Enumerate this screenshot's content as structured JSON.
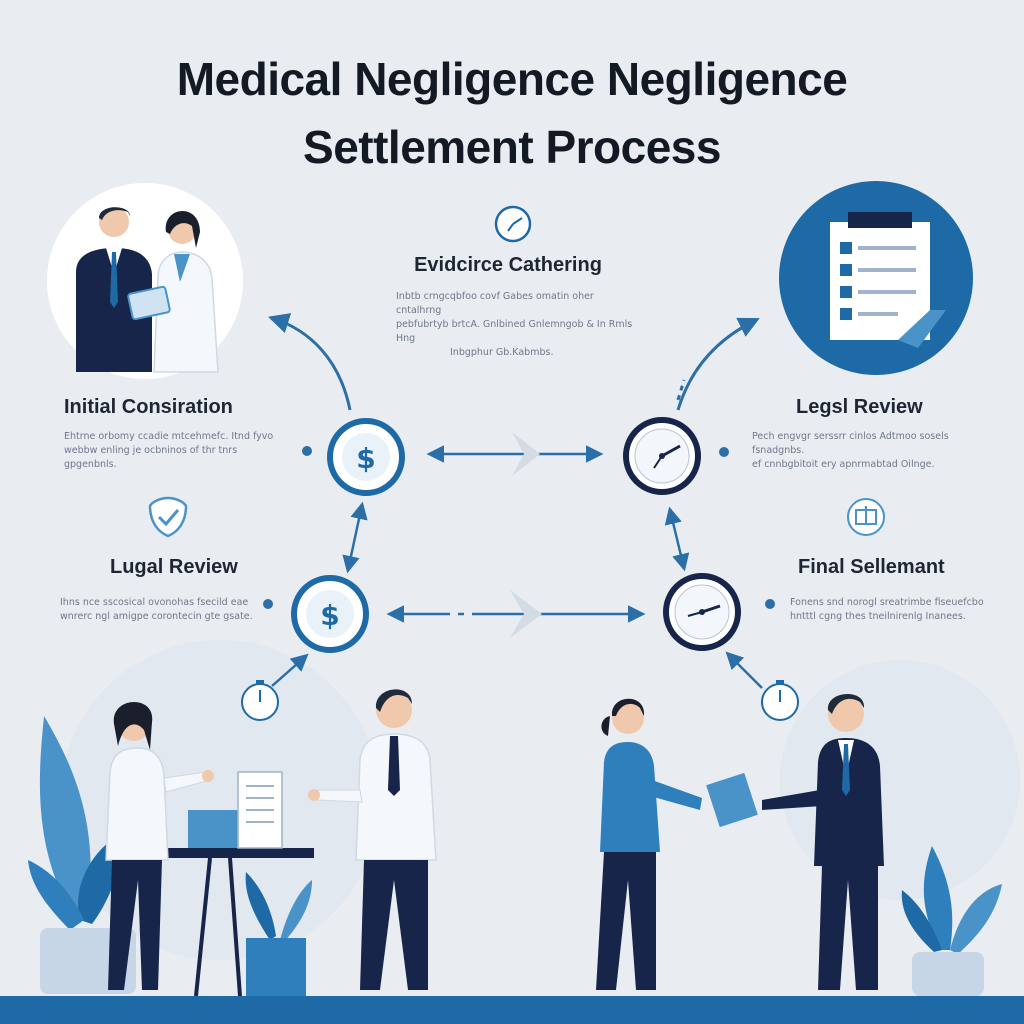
{
  "title": {
    "line1": "Medical Negligence Negligence",
    "line2": "Settlement Process"
  },
  "steps": {
    "evidence": {
      "label": "Evidcirce Cathering",
      "desc1": "Inbtb crngcqbfoo covf Gabes omatin oher cntalhrng",
      "desc2": "pebfubrtyb brtcA. Gnlbined Gnlemngob & In Rmls Hng",
      "desc3": "Inbgphur Gb.Kabmbs."
    },
    "initial": {
      "label": "Initial Consiration",
      "desc1": "Ehtrne orbomy ccadie mtcehmefc. Itnd fyvo",
      "desc2": "webbw enling je ocbninos of thr tnrs gpgenbnls."
    },
    "legal_right": {
      "label": "Legsl Review",
      "desc1": "Pech engvgr serssrr cinlos Adtmoo sosels fsnadgnbs.",
      "desc2": "ef cnnbgbitoit ery apnrmabtad Oilnge."
    },
    "legal_left": {
      "label": "Lugal Review",
      "desc1": "Ihns nce sscosical ovonohas fsecild eae",
      "desc2": "wnrerc ngl amigpe corontecin gte gsate."
    },
    "final": {
      "label": "Final Sellemant",
      "desc1": "Fonens snd norogl sreatrimbe fiseuefcbo",
      "desc2": "hntttl cgng thes tneilnirenlg Inanees."
    }
  },
  "icons": {
    "dollar": "$",
    "accent": "#1e6aa6",
    "dark": "#17254a",
    "light_blue": "#4a93c8"
  }
}
